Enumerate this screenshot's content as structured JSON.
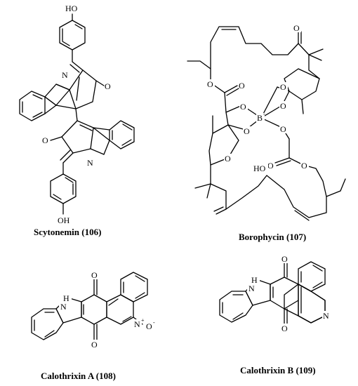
{
  "structures": [
    {
      "caption": "Scytonemin (106)",
      "atoms": {
        "oh_top": "HO",
        "n": "N",
        "o_right": "O",
        "o_left": "O",
        "n2": "N",
        "oh_bottom": "OH"
      }
    },
    {
      "caption": "Borophycin (107)",
      "atoms": {
        "o_ketone": "O",
        "o_ester1": "O",
        "o_carbonyl1": "O",
        "o_ring1": "O",
        "o_b1": "O",
        "o_b2": "O",
        "b": "B",
        "b_charge": "-",
        "o_b3": "O",
        "o_b4": "O",
        "o_ring2": "O",
        "o_carbonyl2": "O",
        "o_ester2": "O",
        "ho": "HO"
      }
    },
    {
      "caption": "Calothrixin A (108)",
      "atoms": {
        "o_top": "O",
        "nh_n": "N",
        "nh_h": "H",
        "n_plus": "N",
        "plus": "+",
        "o_minus": "O",
        "minus": "-",
        "o_bottom": "O"
      }
    },
    {
      "caption": "Calothrixin B (109)",
      "atoms": {
        "o_top": "O",
        "nh_n": "N",
        "nh_h": "H",
        "n": "N",
        "o_bottom": "O"
      }
    }
  ]
}
